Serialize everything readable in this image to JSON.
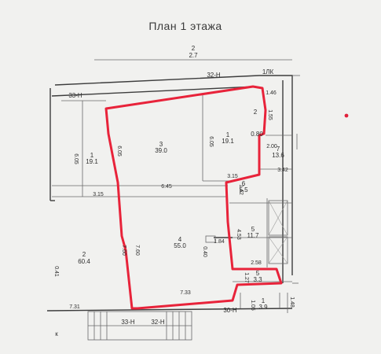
{
  "title": "План 1 этажа",
  "colors": {
    "highlight": "#e8233a",
    "line": "#3d3d3d",
    "paper": "#f1f1ef"
  },
  "top": {
    "axis": "2",
    "dim": "2.7"
  },
  "labels": {
    "lk": "1ЛК",
    "wall_33n_top": "33-Н",
    "wall_32n_top": "32-Н",
    "wall_33n_bottom": "33-Н",
    "wall_32n_bottom": "32-Н",
    "wall_30n": "30-Н",
    "k": "к"
  },
  "rooms": [
    {
      "id": "r1_left",
      "num": "1",
      "area": "19.1"
    },
    {
      "id": "r3",
      "num": "3",
      "area": "39.0"
    },
    {
      "id": "r1_mid",
      "num": "1",
      "area": "19.1"
    },
    {
      "id": "r2_small",
      "num": "2",
      "area": "0.80"
    },
    {
      "id": "r7",
      "num": "7",
      "area": "13.6"
    },
    {
      "id": "r6",
      "num": "6",
      "area": "5.5"
    },
    {
      "id": "r5_right",
      "num": "5",
      "area": "11.7"
    },
    {
      "id": "r4",
      "num": "4",
      "area": "55.0"
    },
    {
      "id": "r2_big",
      "num": "2",
      "area": "60.4"
    },
    {
      "id": "r5_small",
      "num": "5",
      "area": "3.3"
    },
    {
      "id": "r1_bottom",
      "num": "1",
      "area": "3.9"
    }
  ],
  "dims": {
    "d146": "1.46",
    "d155": "1.55",
    "d200": "2.00",
    "d342": "3.42",
    "d605a": "6.05",
    "d605b": "6.05",
    "d605c": "6.05",
    "d315a": "3.15",
    "d645": "6.45",
    "d315b": "3.15",
    "d142": "1.42",
    "d453": "4.53",
    "d760a": "7.60",
    "d760b": "7.60",
    "d184": "1.84",
    "d040": "0.40",
    "d258": "2.58",
    "d127": "1.27",
    "d733": "7.33",
    "d731": "7.31",
    "d041": "0.41",
    "d105": "1.05",
    "d148": "1.48"
  }
}
